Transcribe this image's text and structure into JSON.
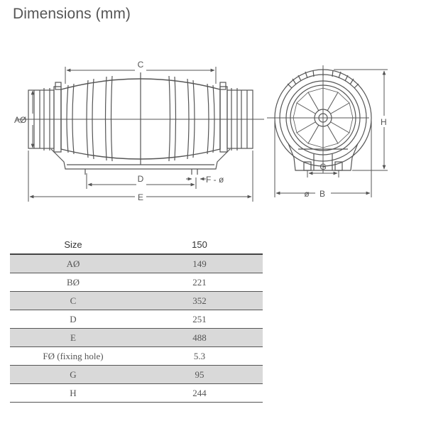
{
  "title": "Dimensions (mm)",
  "labels": {
    "A": "AØ",
    "B": "B",
    "C": "C",
    "D": "D",
    "E": "E",
    "F": "F - ø",
    "G": "G",
    "H": "H",
    "diam": "ø"
  },
  "table": {
    "header": {
      "label": "Size",
      "value": "150"
    },
    "rows": [
      {
        "label": "AØ",
        "value": "149"
      },
      {
        "label": "BØ",
        "value": "221"
      },
      {
        "label": "C",
        "value": "352"
      },
      {
        "label": "D",
        "value": "251"
      },
      {
        "label": "E",
        "value": "488"
      },
      {
        "label": "FØ (fixing hole)",
        "value": "5.3"
      },
      {
        "label": "G",
        "value": "95"
      },
      {
        "label": "H",
        "value": "244"
      }
    ]
  }
}
